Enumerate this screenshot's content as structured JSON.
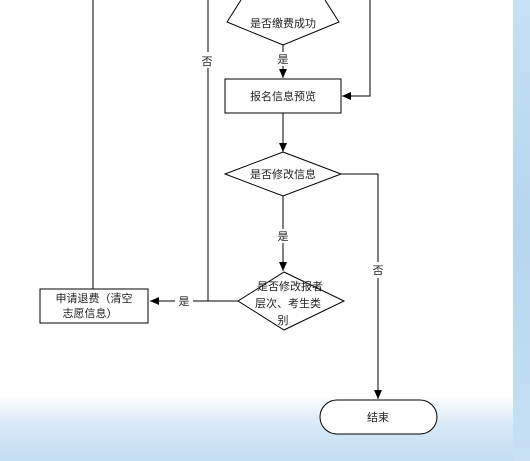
{
  "diagram": {
    "nodes": {
      "payment_success": "是否缴费成功",
      "preview": "报名信息预览",
      "modify_info": "是否修改信息",
      "modify_level_line1": "是否修改报者",
      "modify_level_line2": "层次、考生类",
      "modify_level_line3": "别",
      "refund_line1": "申请退费（清空",
      "refund_line2": "志愿信息）",
      "end": "结束"
    },
    "edge_labels": {
      "no_left": "否",
      "yes_after_payment": "是",
      "yes_after_modify": "是",
      "no_right": "否",
      "yes_to_refund": "是"
    }
  }
}
